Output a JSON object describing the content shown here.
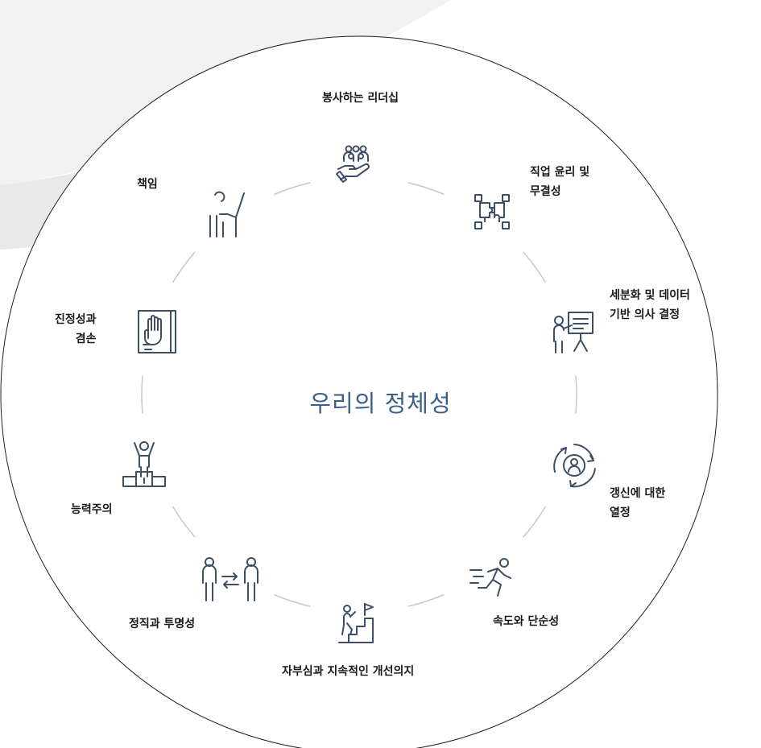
{
  "center_title": "우리의 정체성",
  "colors": {
    "icon": "#3d4f66",
    "ring": "#c8c8c8",
    "title": "#3a5f8a",
    "background_shape": "#f0f0f0"
  },
  "values": [
    {
      "id": "servant-leadership",
      "lines": [
        "봉사하는 리더십"
      ],
      "icon": "people-in-hand-icon"
    },
    {
      "id": "work-ethics",
      "lines": [
        "직업 윤리 및",
        "무결성"
      ],
      "icon": "puzzle-team-icon"
    },
    {
      "id": "data-driven",
      "lines": [
        "세분화 및 데이터",
        "기반 의사 결정"
      ],
      "icon": "presentation-board-icon"
    },
    {
      "id": "passion-renewal",
      "lines": [
        "갱신에 대한",
        "열정"
      ],
      "icon": "person-cycle-icon"
    },
    {
      "id": "speed-simplicity",
      "lines": [
        "속도와 단순성"
      ],
      "icon": "running-person-icon"
    },
    {
      "id": "pride-improvement",
      "lines": [
        "자부심과 지속적인 개선의지"
      ],
      "icon": "climbing-stairs-icon"
    },
    {
      "id": "honesty-transparency",
      "lines": [
        "정직과 투명성"
      ],
      "icon": "two-people-exchange-icon"
    },
    {
      "id": "meritocracy",
      "lines": [
        "능력주의"
      ],
      "icon": "winner-podium-icon"
    },
    {
      "id": "authenticity-humility",
      "lines": [
        "진정성과",
        "겸손"
      ],
      "icon": "hand-on-book-icon"
    },
    {
      "id": "responsibility",
      "lines": [
        "책임"
      ],
      "icon": "raised-hand-icon"
    }
  ]
}
